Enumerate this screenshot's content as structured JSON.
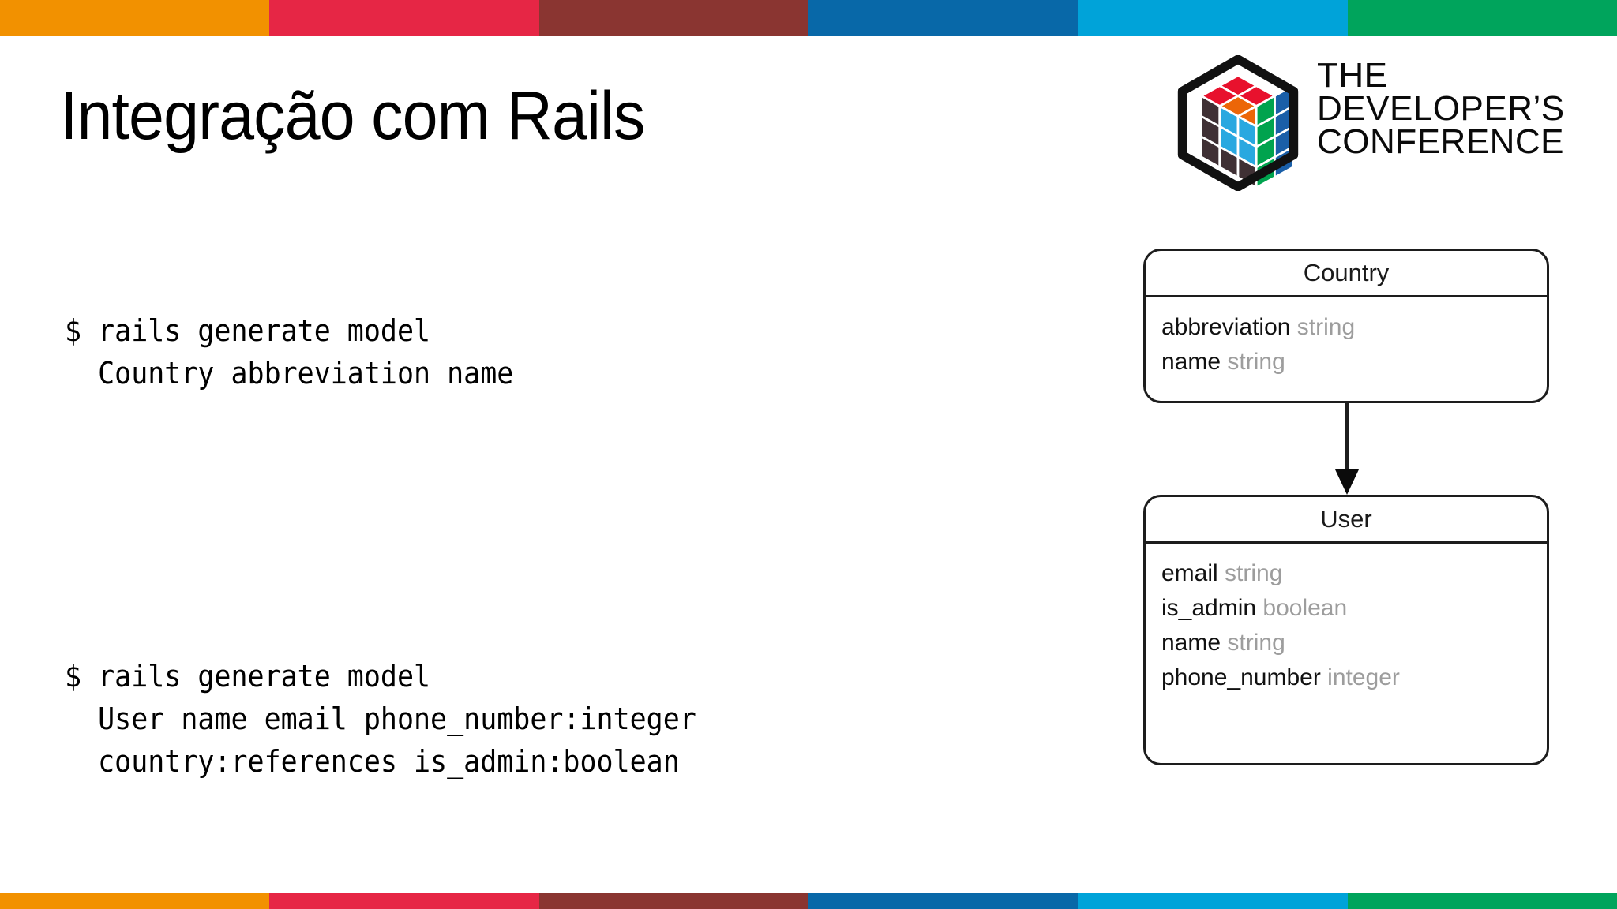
{
  "slide": {
    "title": "Integração com Rails",
    "background": "#ffffff"
  },
  "top_bar": {
    "name": "tdc-color-bar-top",
    "segments": [
      {
        "name": "orange",
        "color": "#F29100"
      },
      {
        "name": "red",
        "color": "#E62645"
      },
      {
        "name": "brown",
        "color": "#8A3531"
      },
      {
        "name": "dark-blue",
        "color": "#0868A8"
      },
      {
        "name": "cyan",
        "color": "#00A3D9"
      },
      {
        "name": "green",
        "color": "#00A45C"
      }
    ]
  },
  "bottom_bar": {
    "name": "tdc-color-bar-bottom",
    "segments": [
      {
        "name": "orange",
        "color": "#F29100"
      },
      {
        "name": "red",
        "color": "#E62645"
      },
      {
        "name": "brown",
        "color": "#8A3531"
      },
      {
        "name": "dark-blue",
        "color": "#0868A8"
      },
      {
        "name": "cyan",
        "color": "#00A3D9"
      },
      {
        "name": "green",
        "color": "#00A45C"
      }
    ]
  },
  "logo": {
    "icon_name": "tdc-cube-hexagon-logo",
    "line1": "THE",
    "line2": "DEVELOPER’S",
    "line3": "CONFERENCE",
    "cube_colors": {
      "top_left_red": "#E8112D",
      "top_orange": "#EC6608",
      "left_blue": "#29A8E0",
      "left_dark": "#3F3034",
      "right_green": "#00A34E",
      "right_blue": "#1A5FA8",
      "outline": "#111111"
    }
  },
  "code_blocks": [
    {
      "name": "rails-generate-country",
      "lines": [
        "$ rails generate model",
        "  Country abbreviation name"
      ]
    },
    {
      "name": "rails-generate-user",
      "lines": [
        "$ rails generate model",
        "  User name email phone_number:integer",
        "  country:references is_admin:boolean"
      ]
    }
  ],
  "diagram": {
    "name": "uml-class-diagram",
    "relation": "country-to-user-arrow",
    "classes": [
      {
        "name": "Country",
        "fields": [
          {
            "field": "abbreviation",
            "type": "string"
          },
          {
            "field": "name",
            "type": "string"
          }
        ]
      },
      {
        "name": "User",
        "fields": [
          {
            "field": "email",
            "type": "string"
          },
          {
            "field": "is_admin",
            "type": "boolean"
          },
          {
            "field": "name",
            "type": "string"
          },
          {
            "field": "phone_number",
            "type": "integer"
          }
        ]
      }
    ]
  }
}
